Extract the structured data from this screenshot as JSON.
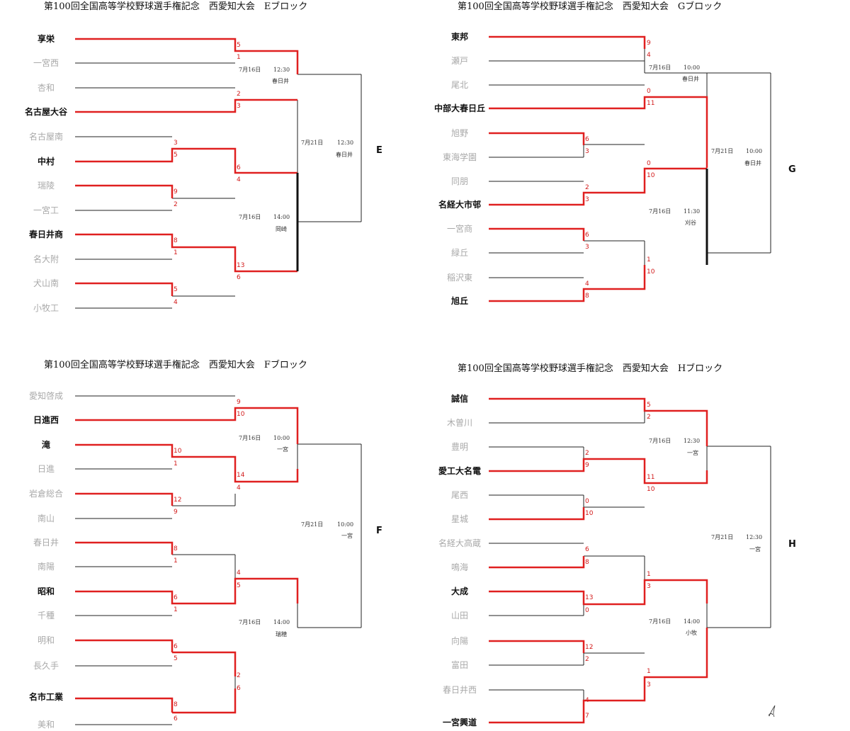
{
  "blocks": [
    {
      "id": "E",
      "title": "第100回全国高等学校野球選手権記念　西愛知大会　Eブロック",
      "label": "E",
      "teams": [
        {
          "name": "享栄",
          "win": true
        },
        {
          "name": "一宮西",
          "win": false
        },
        {
          "name": "杏和",
          "win": false
        },
        {
          "name": "名古屋大谷",
          "win": true
        },
        {
          "name": "名古屋南",
          "win": false
        },
        {
          "name": "中村",
          "win": true
        },
        {
          "name": "瑞陵",
          "win": true
        },
        {
          "name": "一宮工",
          "win": false
        },
        {
          "name": "春日井商",
          "win": true
        },
        {
          "name": "名大附",
          "win": false
        },
        {
          "name": "犬山南",
          "win": true
        },
        {
          "name": "小牧工",
          "win": false
        }
      ],
      "r1_scores": [
        [
          "5",
          "1"
        ],
        [
          "2",
          "3"
        ],
        [
          "3",
          "5"
        ],
        [
          "9",
          "2"
        ],
        [
          "8",
          "1"
        ],
        [
          "5",
          "4"
        ]
      ],
      "r2_scores": [
        [
          "6",
          "4"
        ],
        [
          "13",
          "6"
        ]
      ],
      "info_top": {
        "date": "7月16日",
        "time": "12:30",
        "venue": "春日井"
      },
      "info_bottom": {
        "date": "7月16日",
        "time": "14:00",
        "venue": "岡崎"
      },
      "info_final": {
        "date": "7月21日",
        "time": "12:30",
        "venue": "春日井"
      }
    },
    {
      "id": "G",
      "title": "第100回全国高等学校野球選手権記念　西愛知大会　Gブロック",
      "label": "G",
      "teams": [
        {
          "name": "東邦",
          "win": true
        },
        {
          "name": "瀬戸",
          "win": false
        },
        {
          "name": "尾北",
          "win": false
        },
        {
          "name": "中部大春日丘",
          "win": true
        },
        {
          "name": "旭野",
          "win": true
        },
        {
          "name": "東海学園",
          "win": false
        },
        {
          "name": "同朋",
          "win": false
        },
        {
          "name": "名経大市邨",
          "win": true
        },
        {
          "name": "一宮商",
          "win": true
        },
        {
          "name": "緑丘",
          "win": false
        },
        {
          "name": "稲沢東",
          "win": false
        },
        {
          "name": "旭丘",
          "win": true
        }
      ],
      "r1_scores": [
        [
          "9",
          "4"
        ],
        [
          "0",
          "11"
        ],
        [
          "6",
          "3"
        ],
        [
          "2",
          "3"
        ],
        [
          "6",
          "3"
        ],
        [
          "4",
          "8"
        ]
      ],
      "r2_scores": [
        [
          "0",
          "10"
        ],
        [
          "1",
          "10"
        ]
      ],
      "info_top": {
        "date": "7月16日",
        "time": "10:00",
        "venue": "春日井"
      },
      "info_bottom": {
        "date": "7月16日",
        "time": "11:30",
        "venue": "刈谷"
      },
      "info_final": {
        "date": "7月21日",
        "time": "10:00",
        "venue": "春日井"
      }
    },
    {
      "id": "F",
      "title": "第100回全国高等学校野球選手権記念　西愛知大会　Fブロック",
      "label": "F",
      "teams": [
        {
          "name": "愛知啓成",
          "win": false
        },
        {
          "name": "日進西",
          "win": true
        },
        {
          "name": "滝",
          "win": true
        },
        {
          "name": "日進",
          "win": false
        },
        {
          "name": "岩倉総合",
          "win": true
        },
        {
          "name": "南山",
          "win": false
        },
        {
          "name": "春日井",
          "win": true
        },
        {
          "name": "南陽",
          "win": false
        },
        {
          "name": "昭和",
          "win": true
        },
        {
          "name": "千種",
          "win": false
        },
        {
          "name": "明和",
          "win": true
        },
        {
          "name": "長久手",
          "win": false
        },
        {
          "name": "名市工業",
          "win": true
        },
        {
          "name": "美和",
          "win": false
        }
      ],
      "r1_scores": [
        [
          "9",
          "10"
        ],
        [
          "10",
          "1"
        ],
        [
          "12",
          "9"
        ],
        [
          "8",
          "1"
        ],
        [
          "6",
          "1"
        ],
        [
          "6",
          "5"
        ],
        [
          "8",
          "6"
        ]
      ],
      "r2_scores": [
        [
          "14",
          "4"
        ],
        [
          "4",
          "5"
        ],
        [
          "2",
          "6"
        ]
      ],
      "info_top": {
        "date": "7月16日",
        "time": "10:00",
        "venue": "一宮"
      },
      "info_bottom": {
        "date": "7月16日",
        "time": "14:00",
        "venue": "瑞穂"
      },
      "info_final": {
        "date": "7月21日",
        "time": "10:00",
        "venue": "一宮"
      }
    },
    {
      "id": "H",
      "title": "第100回全国高等学校野球選手権記念　西愛知大会　Hブロック",
      "label": "H",
      "teams": [
        {
          "name": "誠信",
          "win": true
        },
        {
          "name": "木曽川",
          "win": false
        },
        {
          "name": "豊明",
          "win": false
        },
        {
          "name": "愛工大名電",
          "win": true
        },
        {
          "name": "尾西",
          "win": false
        },
        {
          "name": "星城",
          "win": true
        },
        {
          "name": "名経大高蔵",
          "win": false
        },
        {
          "name": "鳴海",
          "win": true
        },
        {
          "name": "大成",
          "win": true
        },
        {
          "name": "山田",
          "win": false
        },
        {
          "name": "向陽",
          "win": true
        },
        {
          "name": "富田",
          "win": false
        },
        {
          "name": "春日井西",
          "win": false
        },
        {
          "name": "一宮興道",
          "win": true
        }
      ],
      "r1_scores": [
        [
          "5",
          "2"
        ],
        [
          "2",
          "9"
        ],
        [
          "0",
          "10"
        ],
        [
          "6",
          "8"
        ],
        [
          "13",
          "0"
        ],
        [
          "12",
          "2"
        ],
        [
          "4",
          "7"
        ]
      ],
      "r2_scores": [
        [
          "11",
          "10"
        ],
        [
          "1",
          "3"
        ],
        [
          "1",
          "3"
        ]
      ],
      "info_top": {
        "date": "7月16日",
        "time": "12:30",
        "venue": "一宮"
      },
      "info_bottom": {
        "date": "7月16日",
        "time": "14:00",
        "venue": "小牧"
      },
      "info_final": {
        "date": "7月21日",
        "time": "12:30",
        "venue": "一宮"
      }
    }
  ],
  "colors": {
    "win_line": "#e02020",
    "line": "#222222",
    "score": "#d21a1a",
    "loser_text": "#a9a9a9"
  }
}
